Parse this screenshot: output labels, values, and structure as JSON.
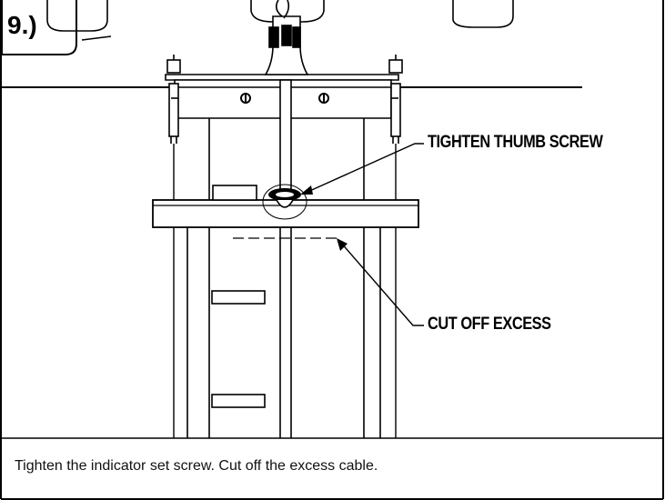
{
  "step": {
    "label": "9.)"
  },
  "callouts": {
    "tighten": "TIGHTEN THUMB SCREW",
    "cut": "CUT OFF EXCESS"
  },
  "caption": "Tighten the indicator set screw. Cut off the excess cable."
}
